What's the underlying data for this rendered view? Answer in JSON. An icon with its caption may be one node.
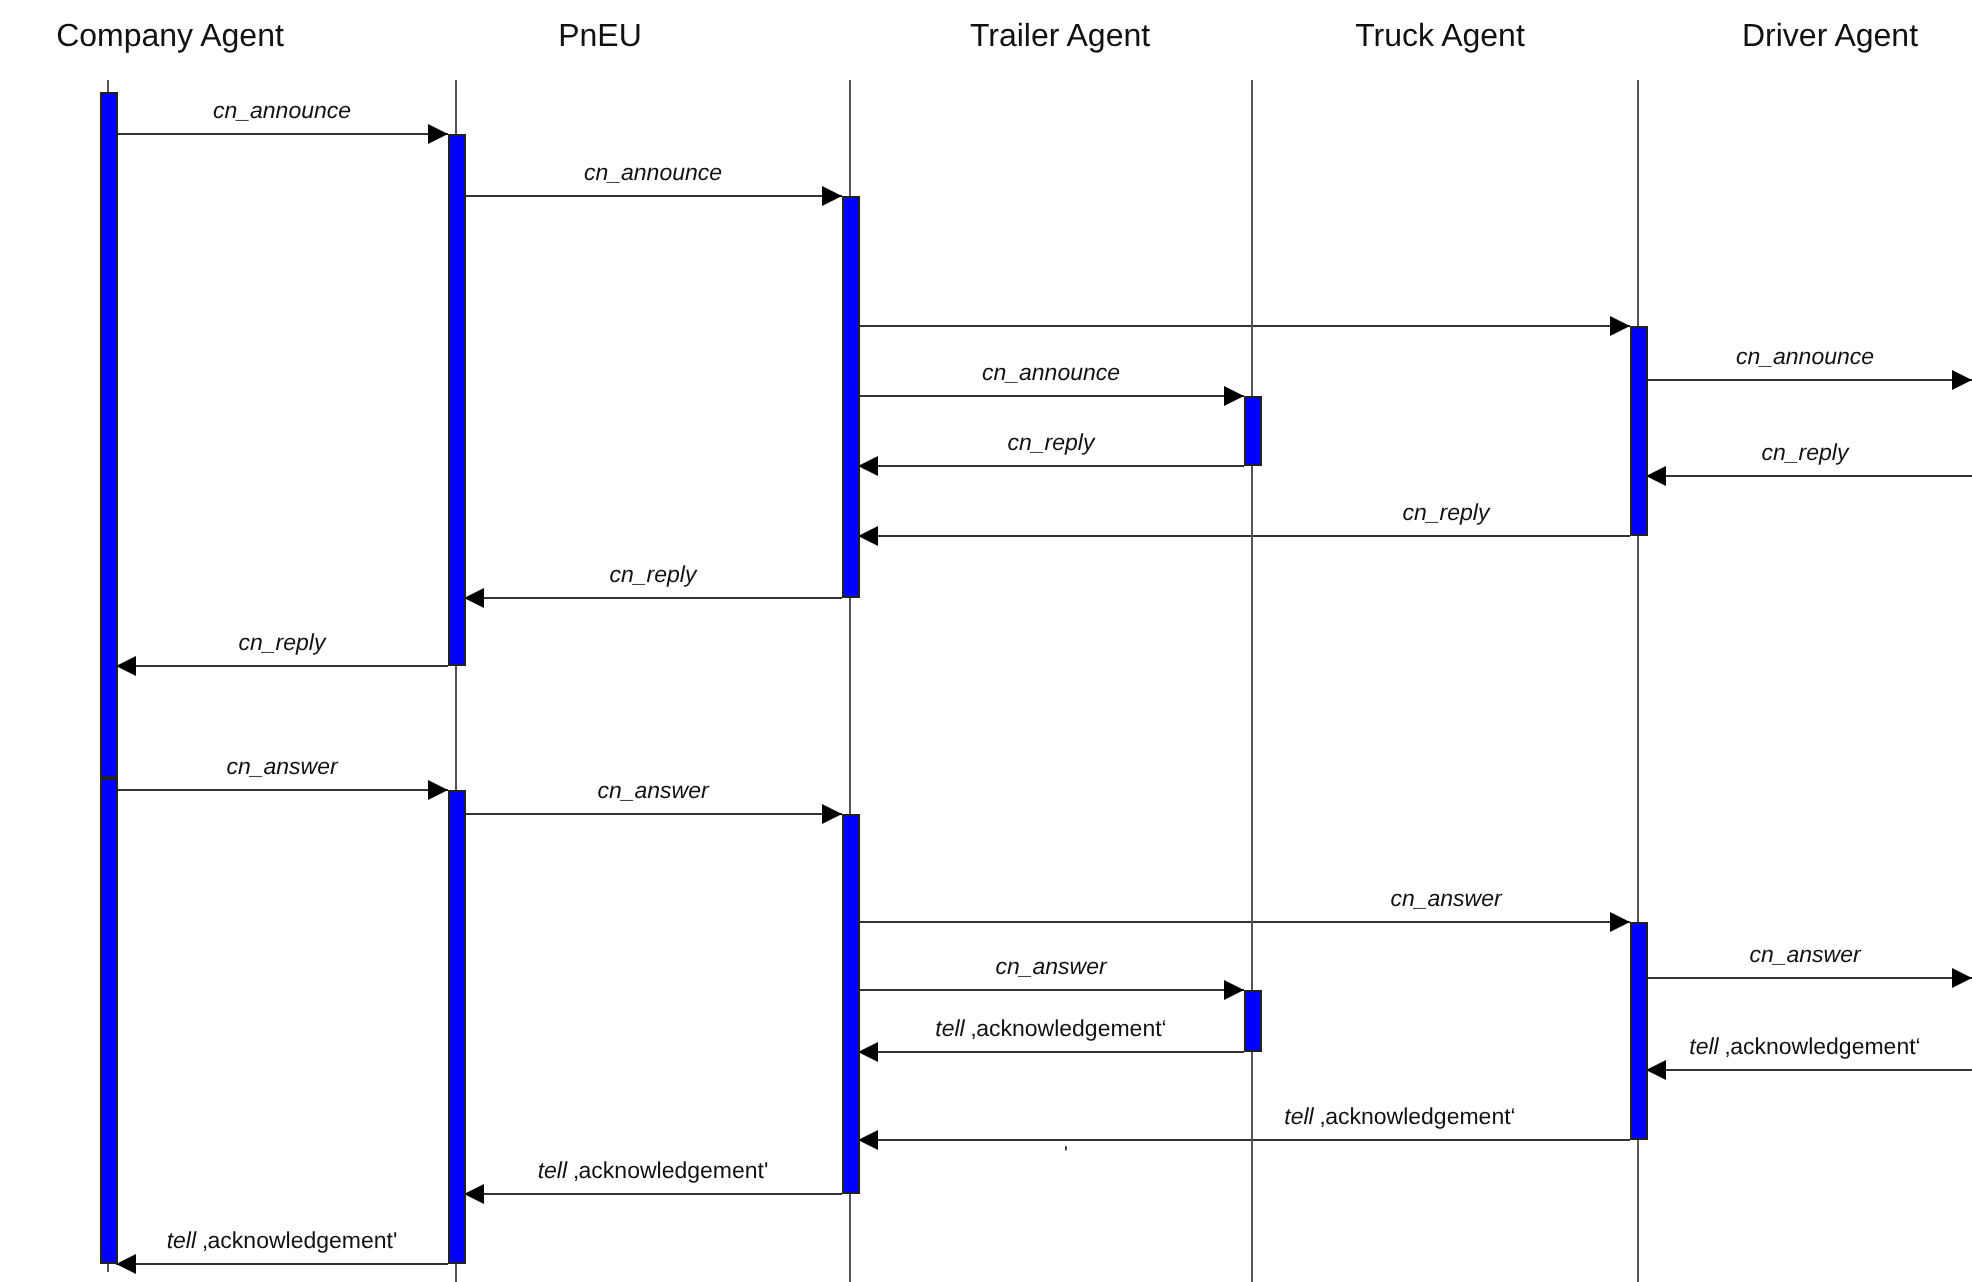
{
  "diagram": {
    "nodes": [
      {
        "text": [
          "Company Agent"
        ]
      },
      {
        "text": [
          "PnEU"
        ]
      },
      {
        "text": [
          "Trailer Agent"
        ]
      },
      {
        "text": [
          "Truck Agent"
        ]
      },
      {
        "text": [
          "Driver Agent"
        ]
      },
      {
        "text": [],
        "shape": "bar"
      },
      {
        "text": [],
        "shape": "bar"
      },
      {
        "text": [],
        "shape": "bar"
      },
      {
        "text": [],
        "shape": "bar"
      },
      {
        "text": [],
        "shape": "bar"
      },
      {
        "text": [],
        "shape": "bar"
      },
      {
        "text": [],
        "shape": "bar"
      },
      {
        "text": [],
        "shape": "bar"
      },
      {
        "text": [],
        "shape": "bar"
      },
      {
        "text": [],
        "shape": "bar"
      }
    ],
    "edges": [
      {
        "from": 5,
        "to": 7,
        "arrow": "to",
        "label": "cn_announce"
      },
      {
        "from": 7,
        "to": 9,
        "arrow": "to",
        "label": "cn_announce"
      },
      {
        "from": 9,
        "to": 13,
        "arrow": "to"
      },
      {
        "from": 13,
        "to": null,
        "arrow": "to",
        "label": "cn_announce"
      },
      {
        "from": 9,
        "to": 11,
        "arrow": "to",
        "label": "cn_announce"
      },
      {
        "from": 11,
        "to": 9,
        "arrow": "to",
        "label": "cn_reply"
      },
      {
        "from": null,
        "to": 13,
        "arrow": "to",
        "label": "cn_reply"
      },
      {
        "from": 13,
        "to": 9,
        "arrow": "to",
        "label": "cn_reply"
      },
      {
        "from": 9,
        "to": 7,
        "arrow": "to",
        "label": "cn_reply"
      },
      {
        "from": 7,
        "to": 5,
        "arrow": "to",
        "label": "cn_reply"
      },
      {
        "from": 6,
        "to": 8,
        "arrow": "to",
        "label": "cn_answer"
      },
      {
        "from": 8,
        "to": 10,
        "arrow": "to",
        "label": "cn_answer"
      },
      {
        "from": 10,
        "to": 14,
        "arrow": "to",
        "label": "cn_answer"
      },
      {
        "from": 14,
        "to": null,
        "arrow": "to",
        "label": "cn_answer"
      },
      {
        "from": 10,
        "to": 12,
        "arrow": "to",
        "label": "cn_answer"
      },
      {
        "from": 12,
        "to": 10,
        "arrow": "to",
        "label": "*tell* ‚acknowledgement‘"
      },
      {
        "from": null,
        "to": 14,
        "arrow": "to",
        "label": "*tell* ‚acknowledgement‘"
      },
      {
        "from": 14,
        "to": 10,
        "arrow": "to",
        "label": "*tell* ‚acknowledgement‘"
      },
      {
        "from": 10,
        "to": 8,
        "arrow": "to",
        "label": "*tell* ‚acknowledgement'"
      },
      {
        "from": 8,
        "to": 6,
        "arrow": "to",
        "label": "*tell* ‚acknowledgement'"
      },
      {
        "from": 0,
        "to": 5,
        "arrow": "none"
      },
      {
        "from": 6,
        "to": null,
        "arrow": "none"
      },
      {
        "from": null,
        "to": 7,
        "arrow": "none"
      },
      {
        "from": 7,
        "to": 8,
        "arrow": "none"
      },
      {
        "from": 8,
        "to": null,
        "arrow": "none"
      },
      {
        "from": 2,
        "to": 9,
        "arrow": "none"
      },
      {
        "from": 9,
        "to": 10,
        "arrow": "none"
      },
      {
        "from": 10,
        "to": null,
        "arrow": "none"
      },
      {
        "from": 3,
        "to": 11,
        "arrow": "none"
      },
      {
        "from": 11,
        "to": 12,
        "arrow": "none"
      },
      {
        "from": 12,
        "to": null,
        "arrow": "none"
      },
      {
        "from": 4,
        "to": 13,
        "arrow": "none"
      },
      {
        "from": 13,
        "to": 14,
        "arrow": "none"
      },
      {
        "from": 14,
        "to": null,
        "arrow": "none"
      }
    ],
    "labels": [
      "'"
    ]
  }
}
